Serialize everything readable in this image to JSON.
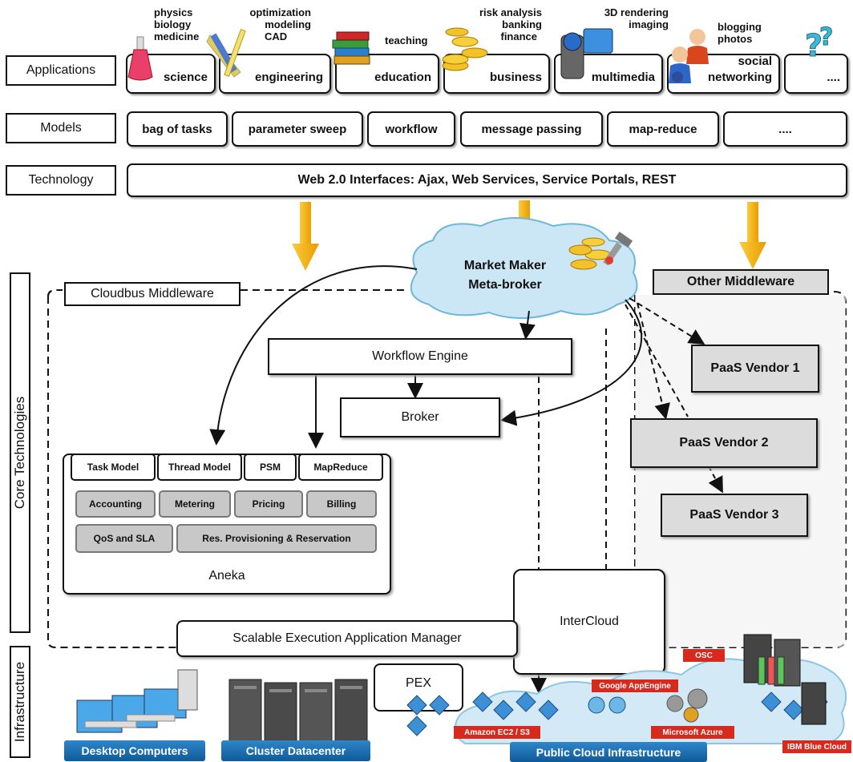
{
  "layers": {
    "applications": "Applications",
    "models": "Models",
    "technology": "Technology",
    "core": "Core Technologies",
    "infrastructure": "Infrastructure"
  },
  "apps": [
    {
      "label": "science",
      "sub": [
        "physics",
        "biology",
        "medicine"
      ],
      "icon": "flask-icon"
    },
    {
      "label": "engineering",
      "sub": [
        "optimization",
        "modeling",
        "CAD"
      ],
      "icon": "drafting-tools-icon"
    },
    {
      "label": "education",
      "sub": [
        "teaching"
      ],
      "icon": "books-icon"
    },
    {
      "label": "business",
      "sub": [
        "risk analysis",
        "banking",
        "finance"
      ],
      "icon": "coins-icon"
    },
    {
      "label": "multimedia",
      "sub": [
        "3D rendering",
        "imaging"
      ],
      "icon": "camera-icon"
    },
    {
      "label": "social networking",
      "sub": [
        "blogging",
        "photos"
      ],
      "icon": "people-icon"
    },
    {
      "label": "....",
      "sub": [],
      "icon": "question-icon"
    }
  ],
  "models": [
    "bag of tasks",
    "parameter sweep",
    "workflow",
    "message passing",
    "map-reduce",
    "...."
  ],
  "technology_text": "Web 2.0 Interfaces: Ajax, Web Services, Service Portals, REST",
  "cloud": {
    "line1": "Market Maker",
    "line2": "Meta-broker"
  },
  "cloudbus": "Cloudbus Middleware",
  "other_middleware": "Other Middleware",
  "workflow_engine": "Workflow Engine",
  "broker": "Broker",
  "aneka": {
    "name": "Aneka",
    "models": [
      "Task Model",
      "Thread Model",
      "PSM",
      "MapReduce"
    ],
    "services_row1": [
      "Accounting",
      "Metering",
      "Pricing",
      "Billing"
    ],
    "services_row2": [
      "QoS and SLA",
      "Res. Provisioning & Reservation"
    ]
  },
  "paas": [
    "PaaS Vendor 1",
    "PaaS Vendor 2",
    "PaaS Vendor 3"
  ],
  "intercloud": "InterCloud",
  "seam": "Scalable Execution Application Manager",
  "pex": "PEX",
  "infra": {
    "desktop": "Desktop Computers",
    "cluster": "Cluster Datacenter",
    "public": "Public Cloud Infrastructure",
    "amazon": "Amazon EC2 / S3",
    "google": "Google AppEngine",
    "azure": "Microsoft Azure",
    "ibm": "IBM Blue Cloud",
    "osc": "OSC"
  },
  "colors": {
    "arrow": "#f5b914",
    "gray_box": "#dcdcdc",
    "infra_blue": "#1f6fb2",
    "tag_red": "#d62a1e"
  }
}
